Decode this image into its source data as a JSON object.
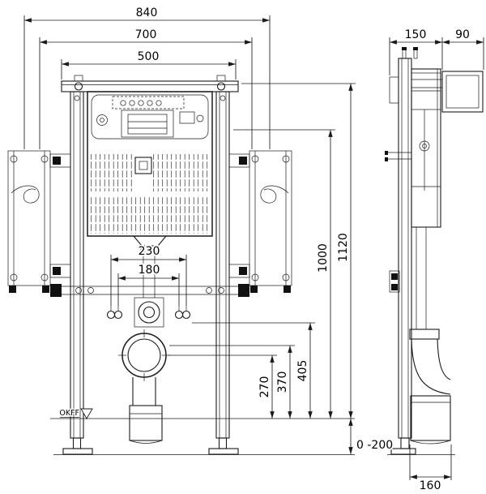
{
  "drawing": {
    "type": "technical-installation-drawing",
    "views": {
      "front": "front-view",
      "side": "side-view"
    },
    "dimensions": {
      "overall_width": "840",
      "bracket_width": "700",
      "frame_width": "500",
      "frame_depth": "150",
      "wall_bracket_depth": "90",
      "overall_height": "1120",
      "frame_height": "1000",
      "drain_height_a": "405",
      "drain_height_b": "370",
      "drain_height_c": "270",
      "bolt_spacing_wide": "230",
      "bolt_spacing_narrow": "180",
      "foot_adjustment": "0 -200",
      "outlet_depth": "160"
    },
    "labels": {
      "floor_datum": "OKFF"
    },
    "colors": {
      "line": "#1a1a1a",
      "background": "#ffffff"
    }
  }
}
